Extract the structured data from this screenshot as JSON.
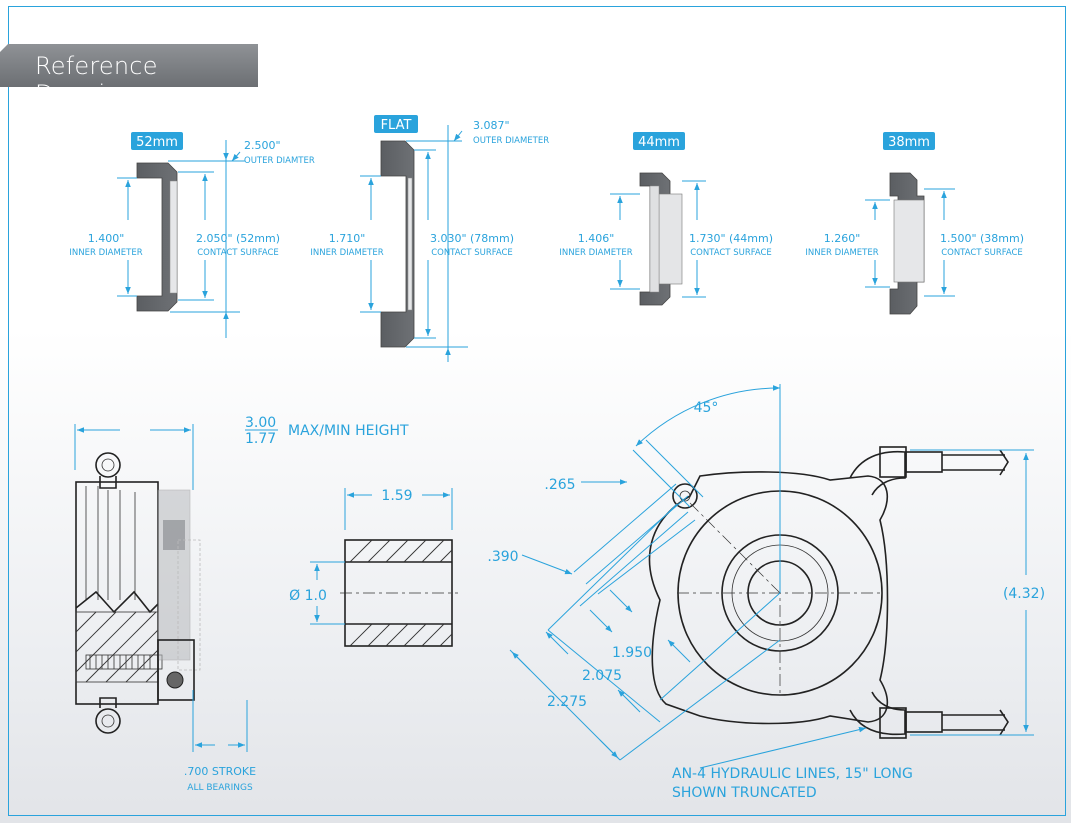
{
  "title": "Reference Drawing",
  "bearings": [
    {
      "tag": "52mm",
      "outer_value": "2.500\"",
      "outer_label": "OUTER DIAMTER",
      "inner_value": "1.400\"",
      "inner_label": "INNER DIAMETER",
      "contact_value": "2.050\" (52mm)",
      "contact_label": "CONTACT SURFACE"
    },
    {
      "tag": "FLAT",
      "outer_value": "3.087\"",
      "outer_label": "OUTER DIAMETER",
      "inner_value": "1.710\"",
      "inner_label": "INNER DIAMETER",
      "contact_value": "3.030\" (78mm)",
      "contact_label": "CONTACT SURFACE"
    },
    {
      "tag": "44mm",
      "inner_value": "1.406\"",
      "inner_label": "INNER DIAMETER",
      "contact_value": "1.730\" (44mm)",
      "contact_label": "CONTACT SURFACE"
    },
    {
      "tag": "38mm",
      "inner_value": "1.260\"",
      "inner_label": "INNER DIAMETER",
      "contact_value": "1.500\" (38mm)",
      "contact_label": "CONTACT SURFACE"
    }
  ],
  "side_view": {
    "height_max": "3.00",
    "height_min": "1.77",
    "height_label": "MAX/MIN HEIGHT",
    "stroke_value": ".700 STROKE",
    "stroke_label": "ALL BEARINGS"
  },
  "sleeve": {
    "length": "1.59",
    "diameter": "Ø 1.0"
  },
  "top_view": {
    "angle": "45°",
    "d1": ".265",
    "d2": ".390",
    "d3": "1.950",
    "d4": "2.075",
    "d5": "2.275",
    "height": "(4.32)",
    "note_line1": "AN-4 HYDRAULIC LINES, 15\" LONG",
    "note_line2": "SHOWN TRUNCATED"
  },
  "colors": {
    "accent": "#2aa3dc",
    "banner": "#7d8084",
    "part_fill": "#5f6266"
  }
}
